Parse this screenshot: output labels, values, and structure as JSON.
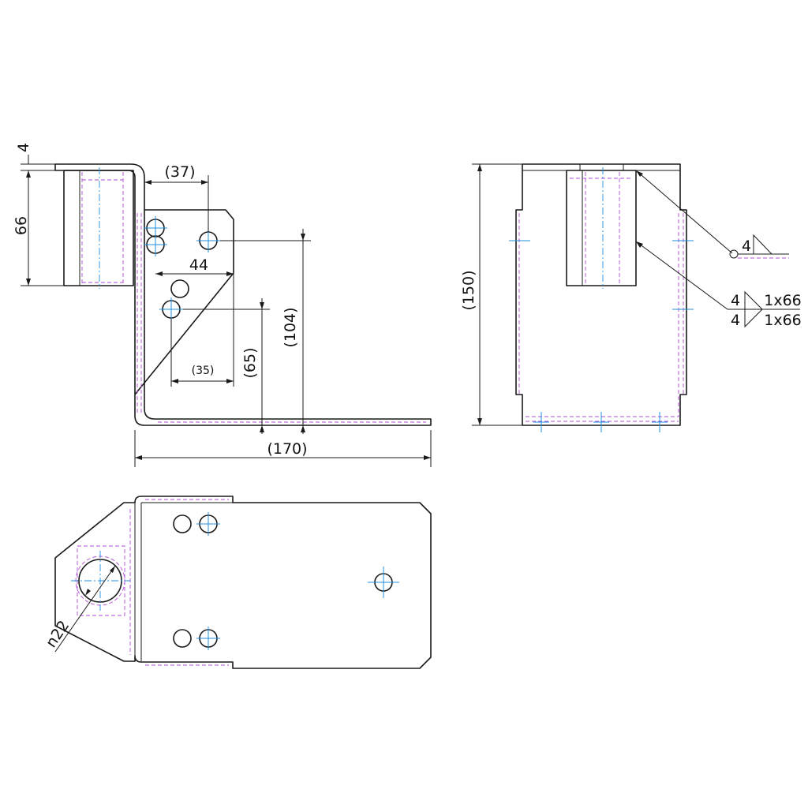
{
  "colors": {
    "outline": "#1a1a1a",
    "hidden_line": "#b24bd6",
    "center_line": "#1f8fe0",
    "background": "#ffffff"
  },
  "dimensions": {
    "thickness": "4",
    "flange_height": "66",
    "hole_offset": "(37)",
    "hole_spacing": "44",
    "lower_hole": "(35)",
    "height_65": "(65)",
    "height_104": "(104)",
    "overall_length": "(170)",
    "overall_height": "(150)",
    "bore_diameter": "n22"
  },
  "welds": {
    "top_size": "4",
    "fillet_size_a": "4",
    "fillet_size_b": "4",
    "fillet_length_a": "1x66",
    "fillet_length_b": "1x66"
  }
}
